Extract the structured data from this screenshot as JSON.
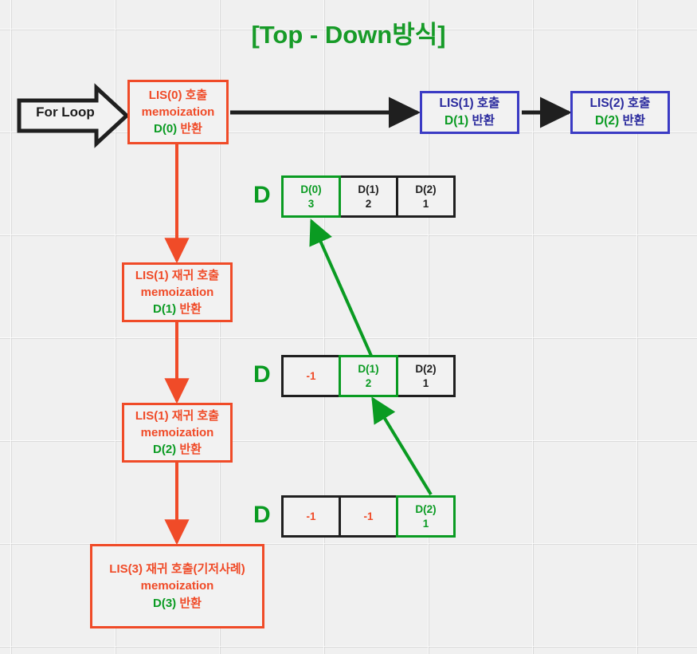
{
  "title": "[Top - Down방식]",
  "colors": {
    "title_green": "#179b28",
    "red": "#f04b28",
    "blue": "#2b2b9e",
    "green": "#0a9b22",
    "black": "#1f1f1f",
    "background": "#f0f0f0"
  },
  "for_loop": {
    "label": "For Loop"
  },
  "call_chain": {
    "boxes": [
      {
        "line1": "LIS(0) 호출",
        "line2": "memoization",
        "line3_green": "D(0)",
        "line3_rest": " 반환",
        "style": "red"
      },
      {
        "line1": "LIS(1) 호출",
        "line2": "",
        "line3_green": "D(1)",
        "line3_rest": " 반환",
        "style": "blue"
      },
      {
        "line1": "LIS(2) 호출",
        "line2": "",
        "line3_green": "D(2)",
        "line3_rest": " 반환",
        "style": "blue"
      }
    ]
  },
  "recursion_chain": {
    "boxes": [
      {
        "line1": "LIS(1) 재귀 호출",
        "line2": "memoization",
        "line3_green": "D(1)",
        "line3_rest": " 반환"
      },
      {
        "line1": "LIS(1) 재귀 호출",
        "line2": "memoization",
        "line3_green": "D(2)",
        "line3_rest": " 반환"
      },
      {
        "line1": "LIS(3) 재귀 호출(기저사례)",
        "line2": "memoization",
        "line3_green": "D(3)",
        "line3_rest": " 반환"
      }
    ]
  },
  "arrays": [
    {
      "label": "D",
      "cells": [
        {
          "name": "D(0)",
          "value": "3",
          "highlight": true
        },
        {
          "name": "D(1)",
          "value": "2",
          "highlight": false
        },
        {
          "name": "D(2)",
          "value": "1",
          "highlight": false
        }
      ]
    },
    {
      "label": "D",
      "cells": [
        {
          "name": "",
          "value": "-1",
          "highlight": false
        },
        {
          "name": "D(1)",
          "value": "2",
          "highlight": true
        },
        {
          "name": "D(2)",
          "value": "1",
          "highlight": false
        }
      ]
    },
    {
      "label": "D",
      "cells": [
        {
          "name": "",
          "value": "-1",
          "highlight": false
        },
        {
          "name": "",
          "value": "-1",
          "highlight": false
        },
        {
          "name": "D(2)",
          "value": "1",
          "highlight": true
        }
      ]
    }
  ]
}
